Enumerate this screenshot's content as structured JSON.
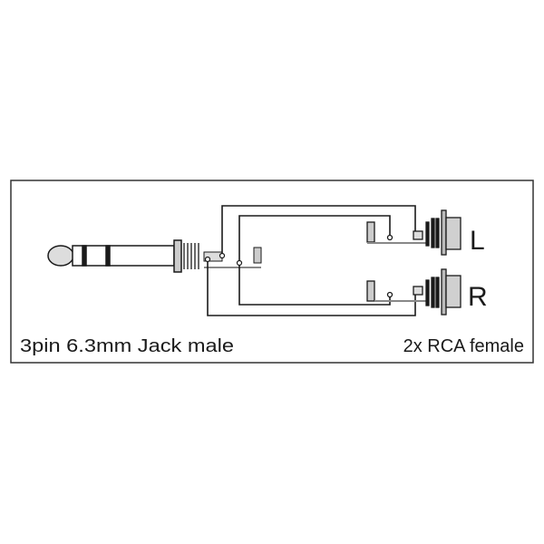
{
  "diagram": {
    "left_label": "3pin 6.3mm Jack male",
    "right_label": "2x RCA female",
    "channel_left": "L",
    "channel_right": "R"
  },
  "colors": {
    "stroke": "#1a1a1a",
    "connector_fill": "#d0d0d0",
    "frame": "#333333"
  }
}
